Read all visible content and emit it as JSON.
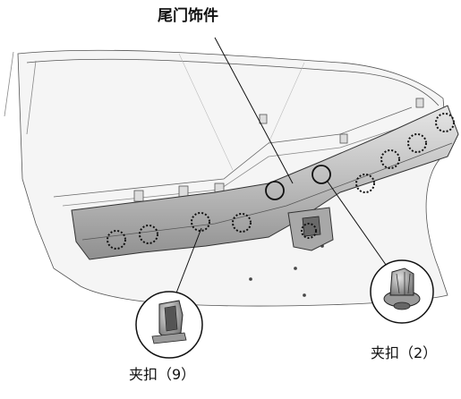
{
  "labels": {
    "title": "尾门饰件",
    "clip_left": "夹扣（9）",
    "clip_right": "夹扣（2）"
  },
  "colors": {
    "line": "#222222",
    "panel_shade": "#c9c9c9",
    "panel_dark": "#9a9a9a",
    "body_fill": "#f4f4f4"
  },
  "icons": {
    "clip_left": "push-clip-icon",
    "clip_right": "round-clip-icon"
  }
}
